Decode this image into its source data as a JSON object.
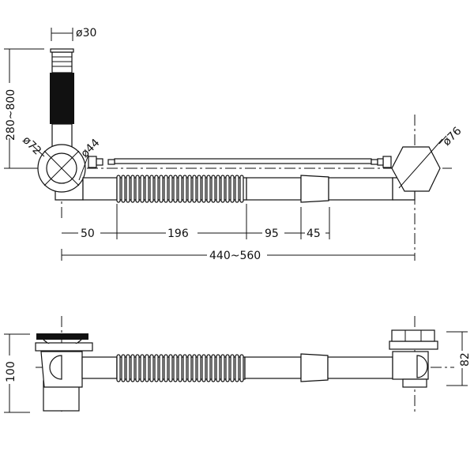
{
  "drawing": {
    "top_view": {
      "dim_standpipe_diameter": "ø30",
      "dim_height": "280~800",
      "dim_overflow_diameter": "ø72",
      "dim_outlet_diameter": "ø44",
      "dim_waste_diameter": "ø76",
      "dim_seg1": "50",
      "dim_seg2": "196",
      "dim_seg3": "95",
      "dim_seg4": "45",
      "dim_total_length": "440~560"
    },
    "side_view": {
      "dim_left_height": "100",
      "dim_right_height": "82"
    }
  }
}
